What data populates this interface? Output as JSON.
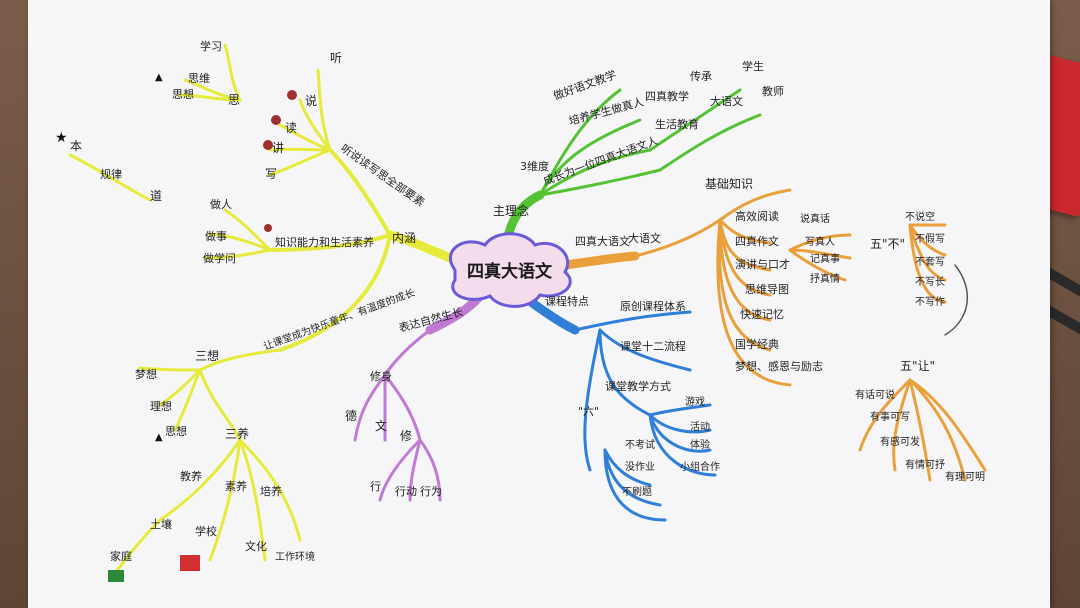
{
  "center": "四真大语文",
  "branches": {
    "neihan": {
      "label": "内涵",
      "sub1": "听说读写思全部要素",
      "sub2": "知识能力和生活素养",
      "sub3": "让课堂成为快乐童年、有温度的成长",
      "ting": "听",
      "shuo": "说",
      "du": "读",
      "jiang": "讲",
      "xie": "写",
      "si": "思",
      "sixiang": "思想",
      "xuexi": "学习",
      "siwei": "思维",
      "dao": "道",
      "dong": "做人",
      "shi": "做事",
      "xuewen": "做学问",
      "ben": "本",
      "guilv": "规律",
      "sanxiang": "三想",
      "mengxiang": "梦想",
      "lixiang": "理想",
      "sixiang2": "思想",
      "sanyang": "三养",
      "jiaoyang": "教养",
      "suyang": "素养",
      "peiyang": "培养",
      "turang": "土壤",
      "jiayuan": "家庭",
      "xuexiao": "学校",
      "wenhua": "文化",
      "gongzuo": "工作环境"
    },
    "linian": {
      "label": "主理念",
      "sub1": "3维度",
      "a1": "做好语文教学",
      "a2": "培养学生做真人",
      "a3": "成长为一位四真大语文人",
      "b1": "四真教学",
      "b2": "生活教育",
      "c1": "传承",
      "c2": "大语文",
      "d1": "学生",
      "d2": "教师"
    },
    "siyu": {
      "label": "四真大语文",
      "sub": "大语文",
      "jichu": "基础知识",
      "i1": "高效阅读",
      "i2": "四真作文",
      "i3": "演讲与口才",
      "i4": "思维导图",
      "i5": "快速记忆",
      "i6": "国学经典",
      "i7": "梦想、感恩与励志",
      "j1": "说真话",
      "j2": "写真人",
      "j3": "记真事",
      "j4": "抒真情",
      "wubu": "五\"不\"",
      "k1": "不说空",
      "k2": "不假写",
      "k3": "不套写",
      "k4": "不写长",
      "k5": "不写作",
      "wurang": "五\"让\"",
      "l1": "有话可说",
      "l2": "有事可写",
      "l3": "有感可发",
      "l4": "有情可抒",
      "l5": "有理可明"
    },
    "kecheng": {
      "label": "课程特点",
      "sub1": "原创课程体系",
      "sub2": "课堂十二流程",
      "sub3": "课堂教学方式",
      "m1": "游戏",
      "m2": "活动",
      "m3": "体验",
      "m4": "小组合作",
      "hui": "\"六\"",
      "n1": "不考试",
      "n2": "没作业",
      "n3": "不刷题"
    },
    "biaoda": {
      "label": "表达自然生长",
      "de": "德",
      "wen": "文",
      "xiu": "修",
      "xing": "行",
      "xingdong": "行动",
      "xing2": "行为",
      "jian": "修身"
    }
  },
  "colors": {
    "yellow": "#e6ea3a",
    "green": "#55c234",
    "orange": "#e9a03a",
    "blue": "#2f7fd8",
    "purple": "#c07ad6",
    "ink": "#222222"
  }
}
